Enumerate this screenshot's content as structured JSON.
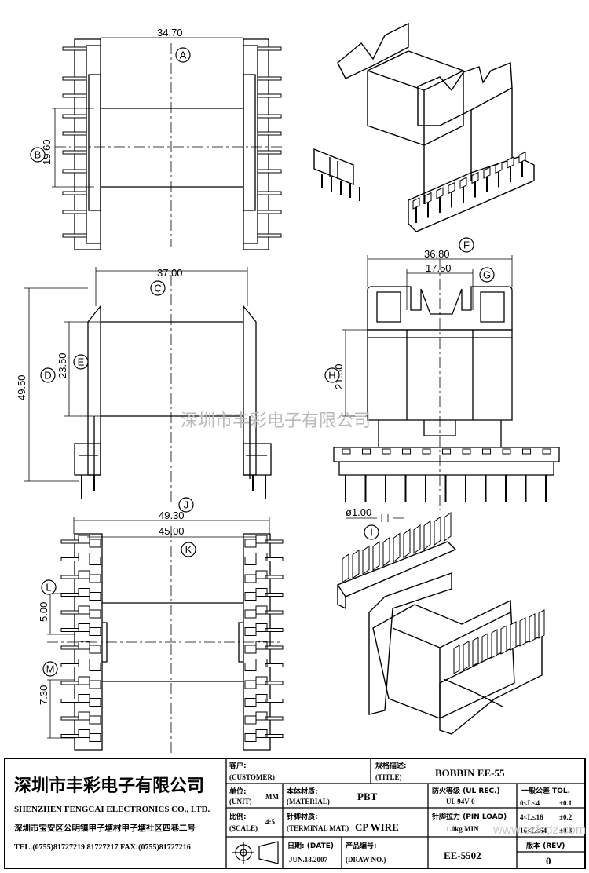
{
  "dimensions": {
    "a": "34.70",
    "b": "19.60",
    "c": "37.00",
    "d": "49.50",
    "e": "23.50",
    "f": "36.80",
    "g": "17.50",
    "h": "21.30",
    "i": "ø1.00",
    "j": "49.30",
    "k": "45.00",
    "l": "5.00",
    "m": "7.30"
  },
  "callouts": [
    "A",
    "B",
    "C",
    "D",
    "E",
    "F",
    "G",
    "H",
    "I",
    "J",
    "K",
    "L",
    "M"
  ],
  "watermark": "深圳市丰彩电子有限公司",
  "title_block": {
    "company_cn": "深圳市丰彩电子有限公司",
    "company_en": "SHENZHEN FENGCAI ELECTRONICS CO., LTD.",
    "address": "深圳市宝安区公明镇甲子塘村甲子塘社区四巷二号",
    "tel": "TEL:(0755)81727219  81727217   FAX:(0755)81727216",
    "customer_label_cn": "客户:",
    "customer_label_en": "(CUSTOMER)",
    "title_label_cn": "规格描述:",
    "title_label_en": "(TITLE)",
    "title": "BOBBIN EE-55",
    "unit_label_cn": "单位:",
    "unit_label_en": "(UNIT)",
    "unit": "MM",
    "material_label_cn": "本体材质:",
    "material_label_en": "(MATERIAL)",
    "material": "PBT",
    "flame_label": "防火等级 (UL REC.)",
    "flame": "UL 94V-0",
    "tolerance_label": "一般公差 TOL.",
    "tolerances": [
      {
        "range": "0<L≤4",
        "tol": "±0.1"
      },
      {
        "range": "4<L≤16",
        "tol": "±0.2"
      },
      {
        "range": "16<L≤64",
        "tol": "±0.3"
      }
    ],
    "scale_label_cn": "比例:",
    "scale_label_en": "(SCALE)",
    "scale": "4:5",
    "terminal_label_cn": "针脚材质:",
    "terminal_label_en": "(TERMINAL MAT.)",
    "terminal": "CP WIRE",
    "pin_load_label": "针脚拉力 (PIN LOAD)",
    "pin_load": "1.0kg MIN",
    "date_label": "日期: (DATE)",
    "date": "JUN.18.2007",
    "drawno_label_cn": "产品编号:",
    "drawno_label_en": "(DRAW NO.)",
    "drawno": "EE-5502",
    "rev_label": "版本 (REV)",
    "rev": "0",
    "website": "www.szfcdz.com"
  }
}
